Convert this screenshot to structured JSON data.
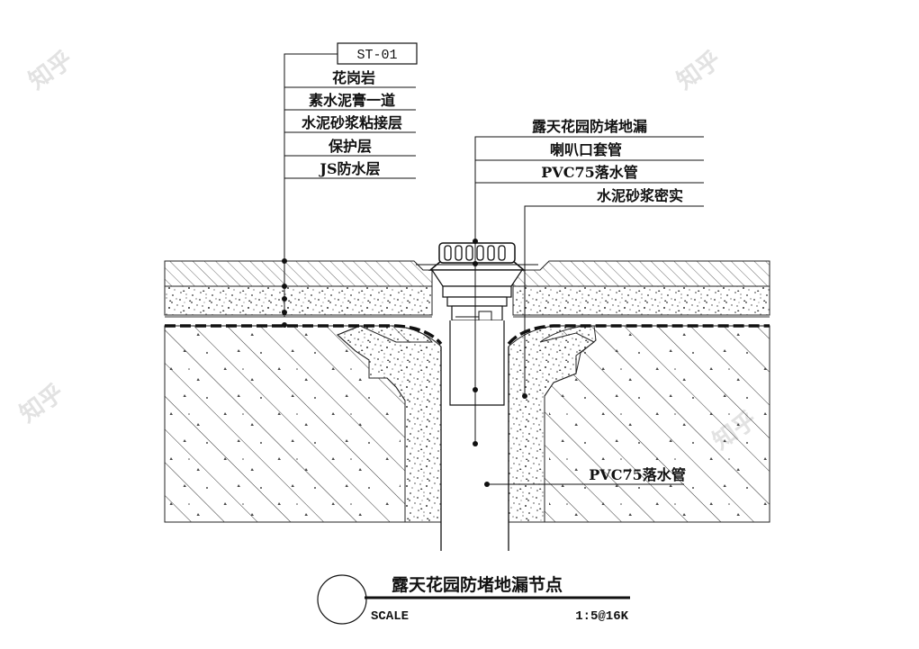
{
  "watermark": "知乎",
  "left_callout": {
    "tag": "ST-01",
    "labels": [
      "花岗岩",
      "素水泥膏一道",
      "水泥砂浆粘接层",
      "保护层",
      "JS防水层"
    ]
  },
  "right_callout": {
    "labels": [
      "露天花园防堵地漏",
      "喇叭口套管",
      "PVC75落水管",
      "水泥砂浆密实"
    ]
  },
  "pipe_label": "PVC75落水管",
  "title_block": {
    "title": "露天花园防堵地漏节点",
    "scale_label": "SCALE",
    "scale_value": "1:5@16K"
  }
}
